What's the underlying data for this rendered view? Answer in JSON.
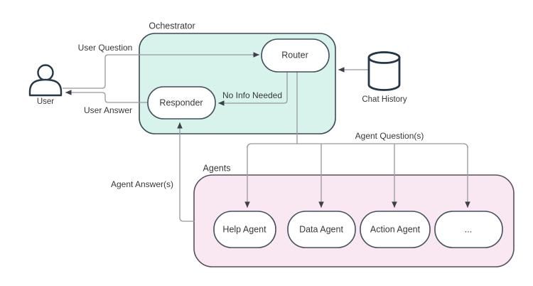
{
  "orchestrator": {
    "label": "Ochestrator",
    "router": "Router",
    "responder": "Responder"
  },
  "user": {
    "label": "User"
  },
  "chat_history": {
    "label": "Chat History"
  },
  "agents": {
    "label": "Agents",
    "items": [
      "Help Agent",
      "Data Agent",
      "Action Agent",
      "..."
    ]
  },
  "edges": {
    "user_question": "User Question",
    "user_answer": "User Answer",
    "no_info_needed": "No Info Needed",
    "agent_questions": "Agent Question(s)",
    "agent_answers": "Agent Answer(s)"
  },
  "colors": {
    "orchestrator_fill": "#d7f3ec",
    "orchestrator_border": "#3c4b59",
    "agents_fill": "#f9e7f2",
    "agents_border": "#57505f",
    "node_fill": "#ffffff",
    "node_border": "#42505f",
    "connector": "#98989f",
    "arrowhead": "#3c4049",
    "icon_stroke": "#243648",
    "text": "#383838"
  }
}
